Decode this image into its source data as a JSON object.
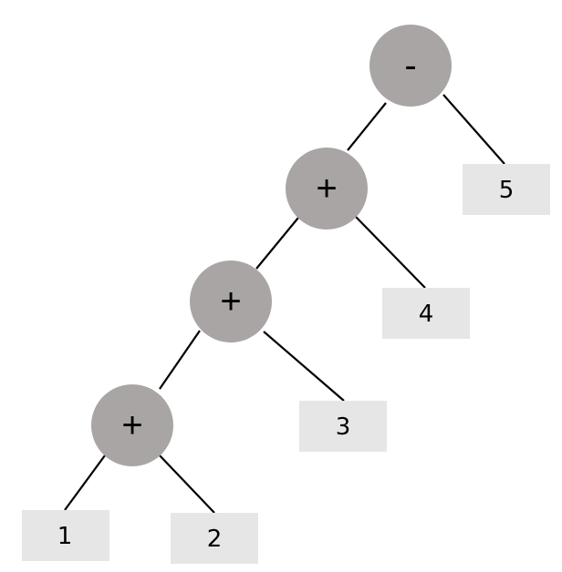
{
  "tree": {
    "root": {
      "label": "-",
      "left": {
        "label": "+",
        "left": {
          "label": "+",
          "left": {
            "label": "+",
            "left": {
              "label": "1"
            },
            "right": {
              "label": "2"
            }
          },
          "right": {
            "label": "3"
          }
        },
        "right": {
          "label": "4"
        }
      },
      "right": {
        "label": "5"
      }
    }
  },
  "colors": {
    "operator_fill": "#a9a5a5",
    "leaf_fill": "#e6e6e6",
    "edge": "#000000",
    "text": "#000000"
  }
}
